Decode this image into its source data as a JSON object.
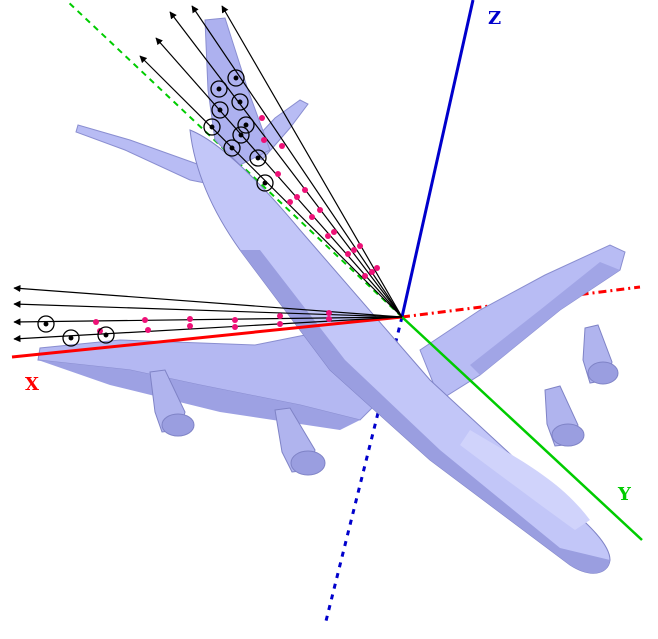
{
  "axes": {
    "x": {
      "label": "X",
      "color": "#ff0000"
    },
    "y": {
      "label": "Y",
      "color": "#00cc00"
    },
    "z": {
      "label": "Z",
      "color": "#0000cc"
    }
  },
  "colors": {
    "aircraft_body": "#bfc3f7",
    "aircraft_shadow": "#8f93d8",
    "aircraft_edge": "#6b6fb3",
    "ray": "#000000",
    "marker_dot": "#ee1177",
    "circle_marker": "#000000"
  }
}
